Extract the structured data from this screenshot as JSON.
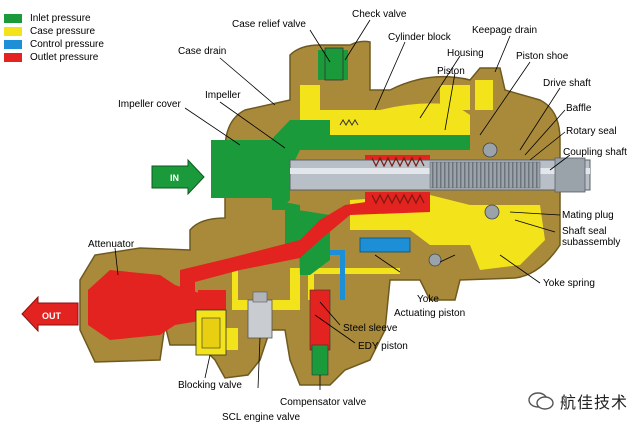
{
  "legend": [
    {
      "label": "Inlet pressure",
      "color": "#1a9a3a"
    },
    {
      "label": "Case pressure",
      "color": "#f3e31b"
    },
    {
      "label": "Control pressure",
      "color": "#1c8fd6"
    },
    {
      "label": "Outlet pressure",
      "color": "#e3231f"
    }
  ],
  "labels": {
    "case_relief_valve": "Case relief valve",
    "check_valve": "Check valve",
    "cylinder_block": "Cylinder block",
    "keepage_drain": "Keepage drain",
    "case_drain": "Case drain",
    "housing": "Housing",
    "piston_shoe": "Piston shoe",
    "piston": "Piston",
    "impeller": "Impeller",
    "drive_shaft": "Drive shaft",
    "impeller_cover": "Impeller cover",
    "baffle": "Baffle",
    "rotary_seal": "Rotary seal",
    "coupling_shaft": "Coupling shaft",
    "mating_plug": "Mating plug",
    "shaft_seal_subassembly_1": "Shaft seal",
    "shaft_seal_subassembly_2": "subassembly",
    "attenuator": "Attenuator",
    "yoke_spring": "Yoke spring",
    "yoke": "Yoke",
    "actuating_piston": "Actuating piston",
    "steel_sleeve": "Steel sleeve",
    "edy_piston": "EDY piston",
    "blocking_valve": "Blocking valve",
    "compensator_valve": "Compensator valve",
    "scl_engine_valve": "SCL engine valve"
  },
  "arrows": {
    "in": "IN",
    "out": "OUT"
  },
  "watermark": "航佳技术",
  "colors": {
    "housing": "#a88a3a",
    "housing_dark": "#6e5a20",
    "inlet": "#1a9a3a",
    "case": "#f3e31b",
    "control": "#1c8fd6",
    "outlet": "#e3231f",
    "shaft": "#b8bfc6"
  }
}
